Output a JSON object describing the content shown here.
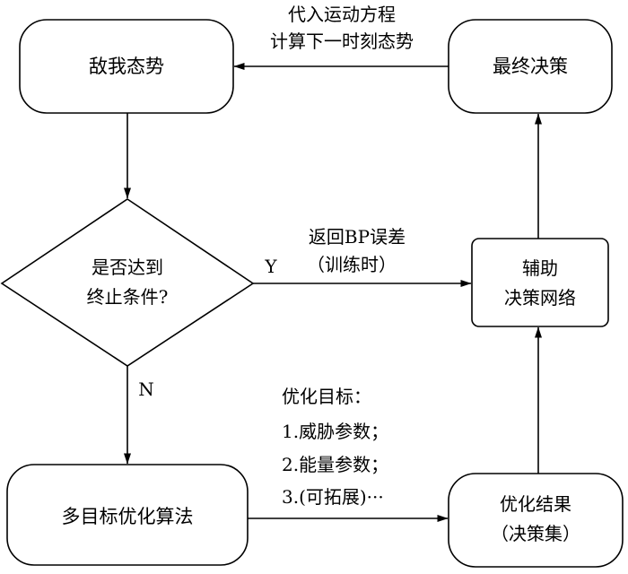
{
  "nodes": {
    "situation": {
      "label": "敌我态势"
    },
    "decision": {
      "line1": "是否达到",
      "line2": "终止条件?"
    },
    "moo": {
      "label": "多目标优化算法"
    },
    "result": {
      "line1": "优化结果",
      "line2": "（决策集）"
    },
    "aux": {
      "line1": "辅助",
      "line2": "决策网络"
    },
    "final": {
      "label": "最终决策"
    }
  },
  "edges": {
    "yes_label": "Y",
    "no_label": "N",
    "top": {
      "line1": "代入运动方程",
      "line2": "计算下一时刻态势"
    },
    "bp": {
      "line1": "返回BP误差",
      "line2": "（训练时）"
    },
    "objectives": {
      "title": "优化目标：",
      "item1": "1.威胁参数；",
      "item2": "2.能量参数；",
      "item3": "3.(可拓展)···"
    }
  }
}
